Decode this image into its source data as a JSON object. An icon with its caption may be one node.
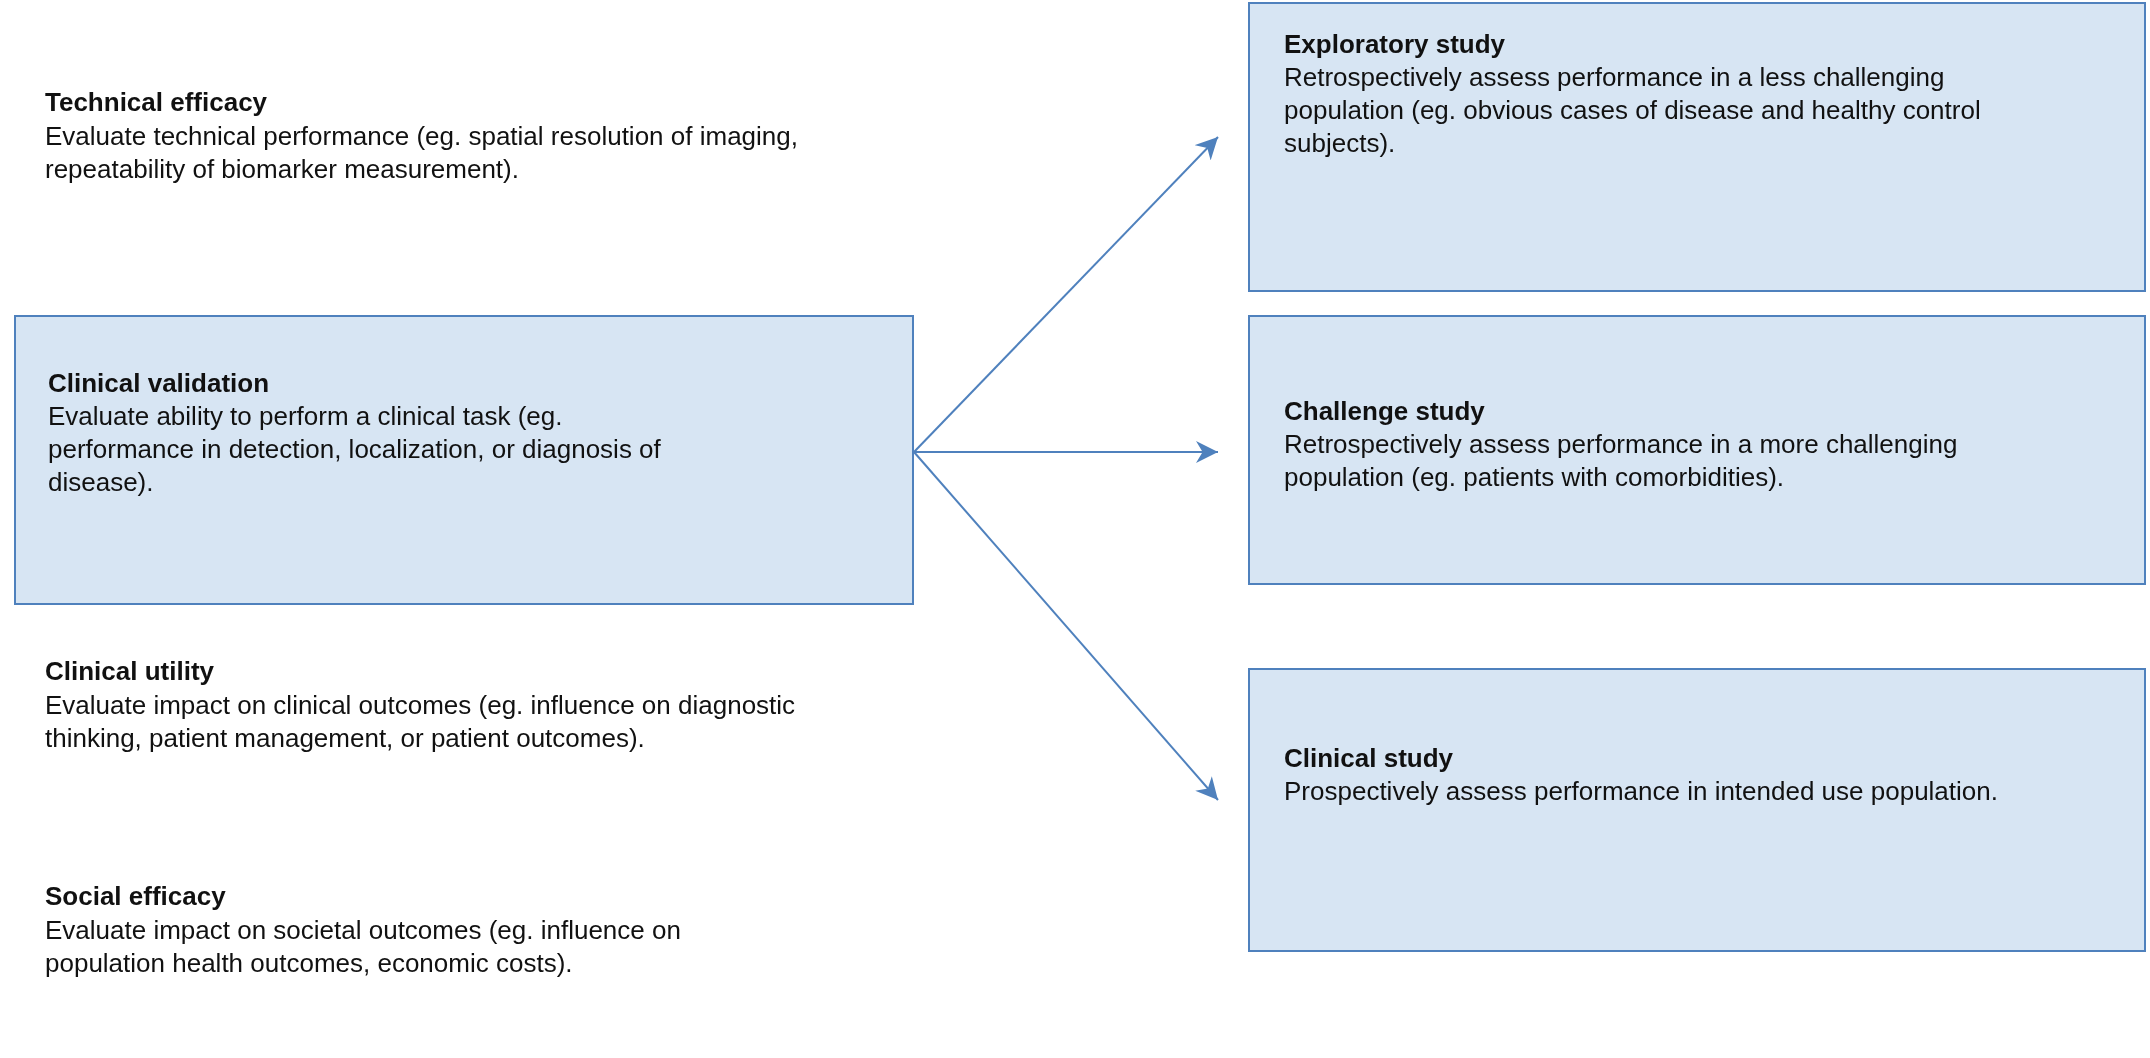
{
  "diagram": {
    "nodes": [
      {
        "text": [
          "Clinical validation",
          "Evaluate ability to perform a clinical task (eg. performance in detection, localization, or diagnosis of disease)."
        ]
      },
      {
        "text": [
          "Exploratory study",
          "Retrospectively assess performance in a less challenging population (eg. obvious cases of disease and healthy control subjects)."
        ]
      },
      {
        "text": [
          "Challenge study",
          "Retrospectively assess performance in a more challenging population (eg. patients with comorbidities)."
        ]
      },
      {
        "text": [
          "Clinical study",
          "Prospectively assess performance in intended use population."
        ]
      }
    ],
    "edges": [
      {
        "from": 0,
        "to": 1,
        "arrow": "to"
      },
      {
        "from": 0,
        "to": 2,
        "arrow": "to"
      },
      {
        "from": 0,
        "to": 3,
        "arrow": "to"
      }
    ],
    "labels": [
      "Technical efficacy",
      "Evaluate technical performance (eg. spatial resolution of imaging, repeatability of biomarker measurement).",
      "Clinical utility",
      "Evaluate impact on clinical outcomes (eg. influence on diagnostic thinking, patient management, or patient outcomes).",
      "Social efficacy",
      "Evaluate impact on societal outcomes (eg. influence on population health outcomes, economic costs)."
    ]
  }
}
